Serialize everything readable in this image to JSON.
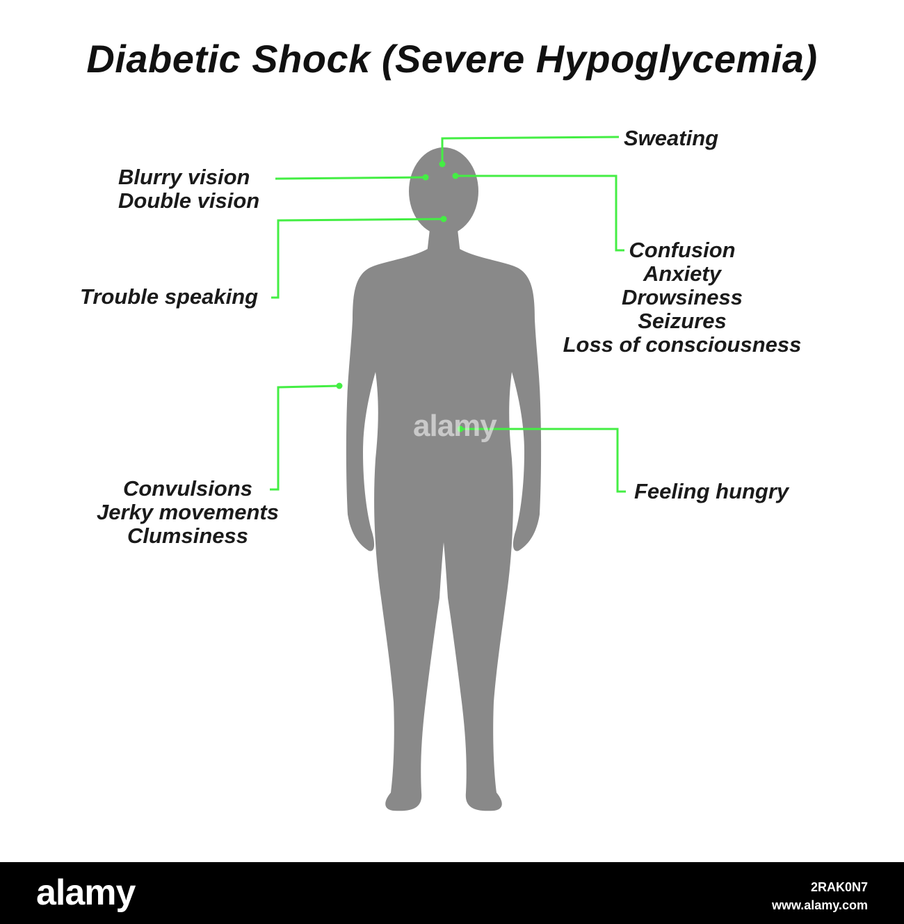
{
  "title": "Diabetic Shock (Severe Hypoglycemia)",
  "colors": {
    "silhouette": "#898989",
    "connector": "#44ee44",
    "text": "#1a1a1a",
    "footer_bg": "#000000"
  },
  "labels": {
    "sweating": [
      "Sweating"
    ],
    "vision": [
      "Blurry vision",
      "Double vision"
    ],
    "speaking": [
      "Trouble speaking"
    ],
    "brain": [
      "Confusion",
      "Anxiety",
      "Drowsiness",
      "Seizures",
      "Loss of consciousness"
    ],
    "movement": [
      "Convulsions",
      "Jerky movements",
      "Clumsiness"
    ],
    "hunger": [
      "Feeling hungry"
    ]
  },
  "watermark": "alamy",
  "footer": {
    "logo": "alamy",
    "image_id": "2RAK0N7",
    "url": "www.alamy.com"
  }
}
